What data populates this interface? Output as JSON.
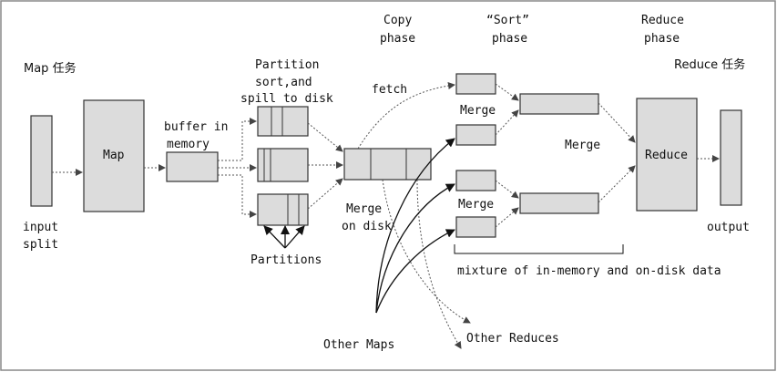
{
  "phases": {
    "map_task": "Map 任务",
    "copy": [
      "Copy",
      "phase"
    ],
    "sort": [
      "“Sort”",
      "phase"
    ],
    "reduce": [
      "Reduce",
      "phase"
    ],
    "reduce_task": "Reduce 任务"
  },
  "labels": {
    "input_split": [
      "input",
      "split"
    ],
    "map": "Map",
    "buffer": [
      "buffer in",
      "memory"
    ],
    "partition_sort": [
      "Partition",
      "sort,and",
      "spill to disk"
    ],
    "partitions": "Partitions",
    "fetch": "fetch",
    "merge_on_disk": [
      "Merge",
      "on disk"
    ],
    "merge_top": "Merge",
    "merge_mid": "Merge",
    "merge_bottom": "Merge",
    "reduce": "Reduce",
    "output": "output",
    "mixture": "mixture of in-memory and on-disk data",
    "other_maps": "Other Maps",
    "other_reduces": "Other Reduces"
  },
  "colors": {
    "box_fill": "#dcdcdc",
    "stroke": "#333333",
    "border": "#888888"
  }
}
